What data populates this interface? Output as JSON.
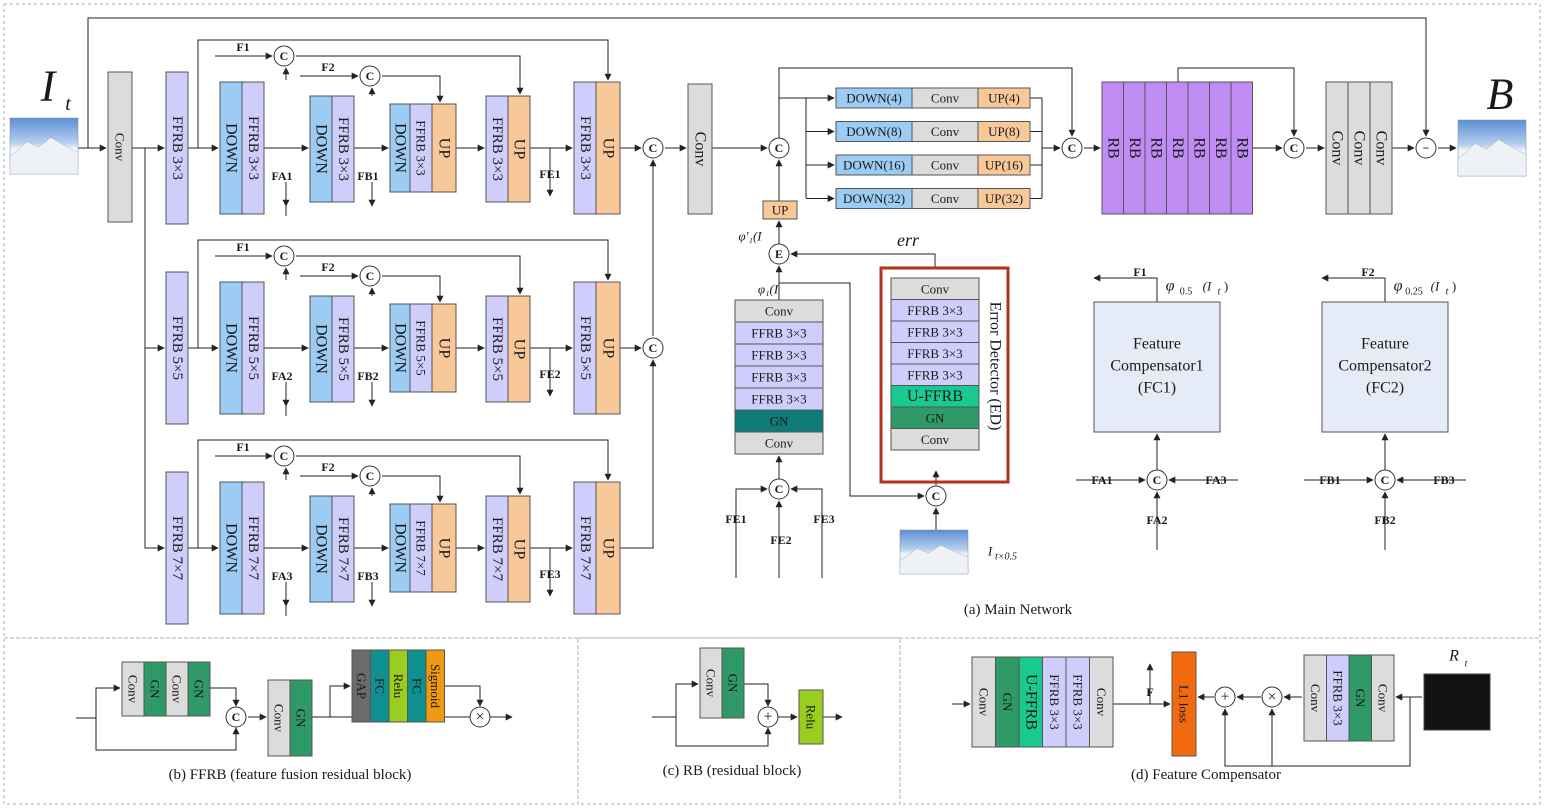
{
  "colors": {
    "ffrb": "#cfcdfb",
    "down": "#9ccbf3",
    "up": "#f9c899",
    "conv": "#dcdcdc",
    "rb": "#c08cf3",
    "gn": "#2f9a68",
    "gn_dark": "#0f7a78",
    "uffrb": "#19c98f",
    "gap": "#6b6b6b",
    "fc": "#0f8f90",
    "relu": "#9acd1e",
    "sigmoid": "#f09a10",
    "l1": "#f26a10",
    "ed_border": "#b3321a",
    "compensator": "#e6ecf7",
    "line": "#222222"
  },
  "main": {
    "input_label": "I",
    "input_sub": "t",
    "output_label": "B",
    "first_conv": "Conv",
    "branches": [
      {
        "ffrb": "FFRB 3×3",
        "down": "FFRB 3×3",
        "down_word": "DOWN",
        "inner": "FFRB 3×3",
        "mid": "FFRB 3×3",
        "up_word": "UP",
        "fa": "FA1",
        "fb": "FB1",
        "fe": "FE1"
      },
      {
        "ffrb": "FFRB 5×5",
        "down": "FFRB 5×5",
        "down_word": "DOWN",
        "inner": "FFRB 5×5",
        "mid": "FFRB 5×5",
        "up_word": "UP",
        "fa": "FA2",
        "fb": "FB2",
        "fe": "FE2"
      },
      {
        "ffrb": "FFRB 7×7",
        "down": "FFRB 7×7",
        "down_word": "DOWN",
        "inner": "FFRB 7×7",
        "mid": "FFRB 7×7",
        "up_word": "UP",
        "fa": "FA3",
        "fb": "FB3",
        "fe": "FE3"
      }
    ],
    "f1": "F1",
    "f2": "F2",
    "concat": "C",
    "estimate": "E",
    "minus": "−",
    "conv_after_branches": "Conv",
    "up_small": "UP",
    "phi_prime": "φ′₁(I",
    "phi": "φ₁(I",
    "phi_close": ")",
    "phi_sub": "t",
    "err": "err",
    "multiscale": [
      {
        "down": "DOWN(4)",
        "conv": "Conv",
        "up": "UP(4)"
      },
      {
        "down": "DOWN(8)",
        "conv": "Conv",
        "up": "UP(8)"
      },
      {
        "down": "DOWN(16)",
        "conv": "Conv",
        "up": "UP(16)"
      },
      {
        "down": "DOWN(32)",
        "conv": "Conv",
        "up": "UP(32)"
      }
    ],
    "rb_label": "RB",
    "final_conv": "Conv",
    "left_stack": [
      "Conv",
      "FFRB 3×3",
      "FFRB 3×3",
      "FFRB 3×3",
      "FFRB 3×3",
      "GN",
      "Conv"
    ],
    "ed_stack": [
      "Conv",
      "FFRB 3×3",
      "FFRB 3×3",
      "FFRB 3×3",
      "FFRB 3×3",
      "U-FFRB",
      "GN",
      "Conv"
    ],
    "ed_title": "Error Detector (ED)",
    "ed_input": "I",
    "ed_input_sub": "t×0.5",
    "fe_labels": [
      "FE1",
      "FE2",
      "FE3"
    ],
    "fc1": {
      "title_lines": [
        "Feature",
        "Compensator1",
        "(FC1)"
      ],
      "out": "F1",
      "phi": "φ",
      "phi_sub": "0.5",
      "phi_arg": "(I",
      "phi_arg_sub": "t",
      "phi_close": ")",
      "inputs": [
        "FA1",
        "FA2",
        "FA3"
      ]
    },
    "fc2": {
      "title_lines": [
        "Feature",
        "Compensator2",
        "(FC2)"
      ],
      "out": "F2",
      "phi": "φ",
      "phi_sub": "0.25",
      "phi_arg": "(I",
      "phi_arg_sub": "t",
      "phi_close": ")",
      "inputs": [
        "FB1",
        "FB2",
        "FB3"
      ]
    },
    "caption": "(a) Main Network"
  },
  "ffrb_panel": {
    "blocks": [
      "Conv",
      "GN",
      "Conv",
      "GN"
    ],
    "mid": [
      "Conv",
      "GN"
    ],
    "attn": [
      "GAP",
      "FC",
      "Relu",
      "FC",
      "Sigmoid"
    ],
    "mult": "×",
    "caption": "(b) FFRB (feature fusion residual block)"
  },
  "rb_panel": {
    "blocks": [
      "Conv",
      "GN"
    ],
    "plus": "+",
    "relu": "Relu",
    "caption": "(c) RB (residual block)"
  },
  "fc_panel": {
    "left": [
      "Conv",
      "GN",
      "U-FFRB",
      "FFRB 3×3",
      "FFRB 3×3",
      "Conv"
    ],
    "f_label": "F",
    "l1": "L1 loss",
    "plus": "+",
    "mult": "×",
    "right": [
      "Conv",
      "FFRB 3×3",
      "GN",
      "Conv"
    ],
    "r_label": "R",
    "r_sub": "t",
    "caption": "(d) Feature Compensator"
  }
}
